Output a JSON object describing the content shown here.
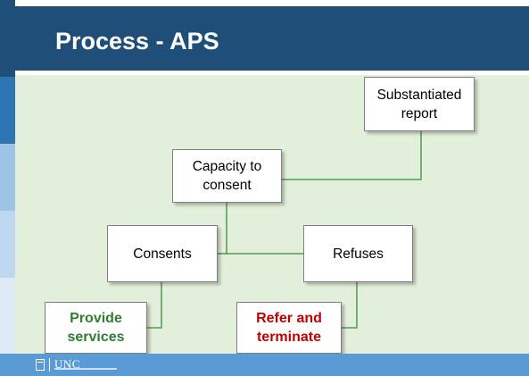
{
  "slide": {
    "title": "Process - APS"
  },
  "diagram": {
    "nodes": [
      {
        "id": "substantiated",
        "label_line1": "Substantiated",
        "label_line2": "report"
      },
      {
        "id": "capacity",
        "label_line1": "Capacity to",
        "label_line2": "consent"
      },
      {
        "id": "consents",
        "label": "Consents"
      },
      {
        "id": "refuses",
        "label": "Refuses"
      },
      {
        "id": "provide",
        "label_line1": "Provide",
        "label_line2": "services",
        "color": "#2e7d32"
      },
      {
        "id": "refer",
        "label_line1": "Refer and",
        "label_line2": "terminate",
        "color": "#c00000"
      }
    ],
    "edges": [
      [
        "substantiated",
        "capacity"
      ],
      [
        "capacity",
        "consents"
      ],
      [
        "capacity",
        "refuses"
      ],
      [
        "consents",
        "provide"
      ],
      [
        "refuses",
        "refer"
      ]
    ],
    "connector_color": "#3a8a3a"
  },
  "footer": {
    "logo_text": "UNC",
    "logo_icon": "old-well-icon"
  },
  "colors": {
    "title_bar": "#1f4e79",
    "panel": "#e2efda",
    "footer": "#5b9bd5"
  }
}
